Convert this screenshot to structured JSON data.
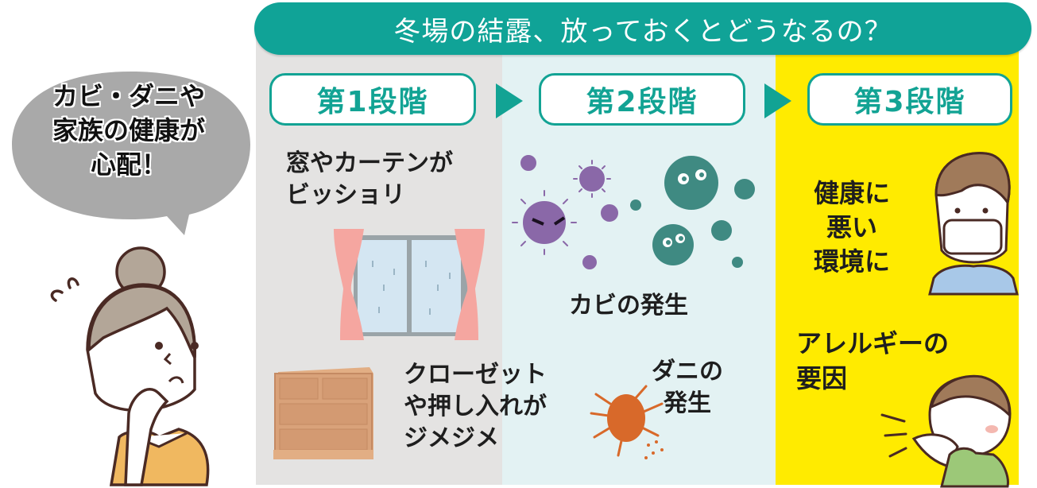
{
  "title": "冬場の結露、放っておくとどうなるの？",
  "speech_bubble": {
    "lines": [
      "カビ・ダニや",
      "家族の健康が",
      "心配！"
    ]
  },
  "stages": [
    {
      "label": "第1段階",
      "background": "#e4e3e2",
      "items": [
        {
          "text_lines": [
            "窓やカーテンが",
            "ビッショリ"
          ],
          "icon": "window-curtain-icon"
        },
        {
          "text_lines": [
            "クローゼット",
            "や押し入れが",
            "ジメジメ"
          ],
          "icon": "drawer-chest-icon"
        }
      ]
    },
    {
      "label": "第2段階",
      "background": "#e3f2f3",
      "items": [
        {
          "text_lines": [
            "カビの発生"
          ],
          "icon": "mold-spores-icon"
        },
        {
          "text_lines": [
            "ダニの",
            "発生"
          ],
          "icon": "mite-icon"
        }
      ]
    },
    {
      "label": "第3段階",
      "background": "#ffeb00",
      "items": [
        {
          "text_lines": [
            "健康に",
            "悪い",
            "環境に"
          ],
          "icon": "masked-man-icon"
        },
        {
          "text_lines": [
            "アレルギーの",
            "要因"
          ],
          "icon": "sneezing-child-icon"
        }
      ]
    }
  ],
  "colors": {
    "accent": "#12a394",
    "title_bar": "#10a397",
    "stage1_bg": "#e4e3e2",
    "stage2_bg": "#e3f2f3",
    "stage3_bg": "#ffeb00",
    "virus_purple": "#8a68a8",
    "mold_teal": "#3f8a82",
    "mite_orange": "#d8692a"
  }
}
